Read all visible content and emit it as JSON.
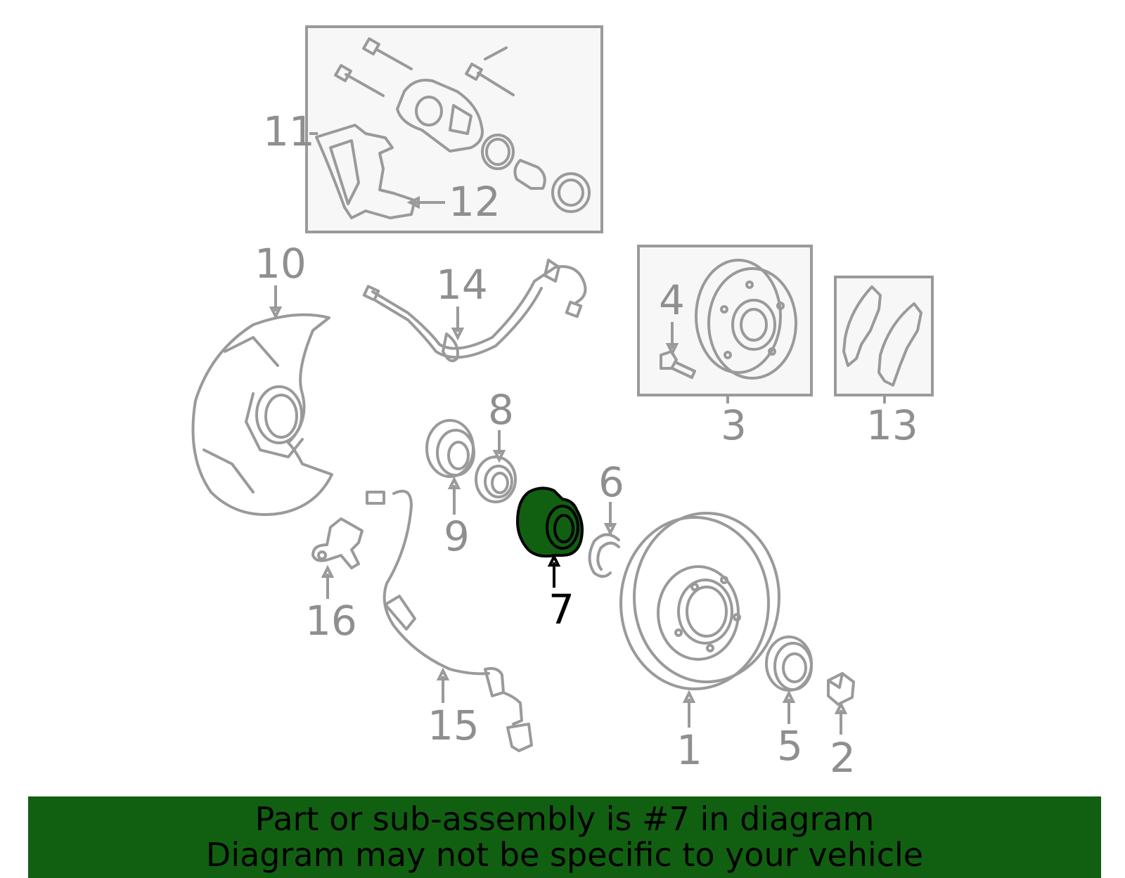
{
  "colors": {
    "highlight": "#116011",
    "part_outline": "#9a9a9a",
    "box_fill": "#f7f7f7",
    "label": "#8f8f8f"
  },
  "highlighted_part": "7",
  "labels": {
    "p1": "1",
    "p2": "2",
    "p3": "3",
    "p4": "4",
    "p5": "5",
    "p6": "6",
    "p7": "7",
    "p8": "8",
    "p9": "9",
    "p10": "10",
    "p11": "11",
    "p12": "12",
    "p13": "13",
    "p14": "14",
    "p15": "15",
    "p16": "16"
  },
  "banner": {
    "line1": "Part or sub-assembly is #7 in diagram",
    "line2": "Diagram may not be specific to your vehicle"
  }
}
